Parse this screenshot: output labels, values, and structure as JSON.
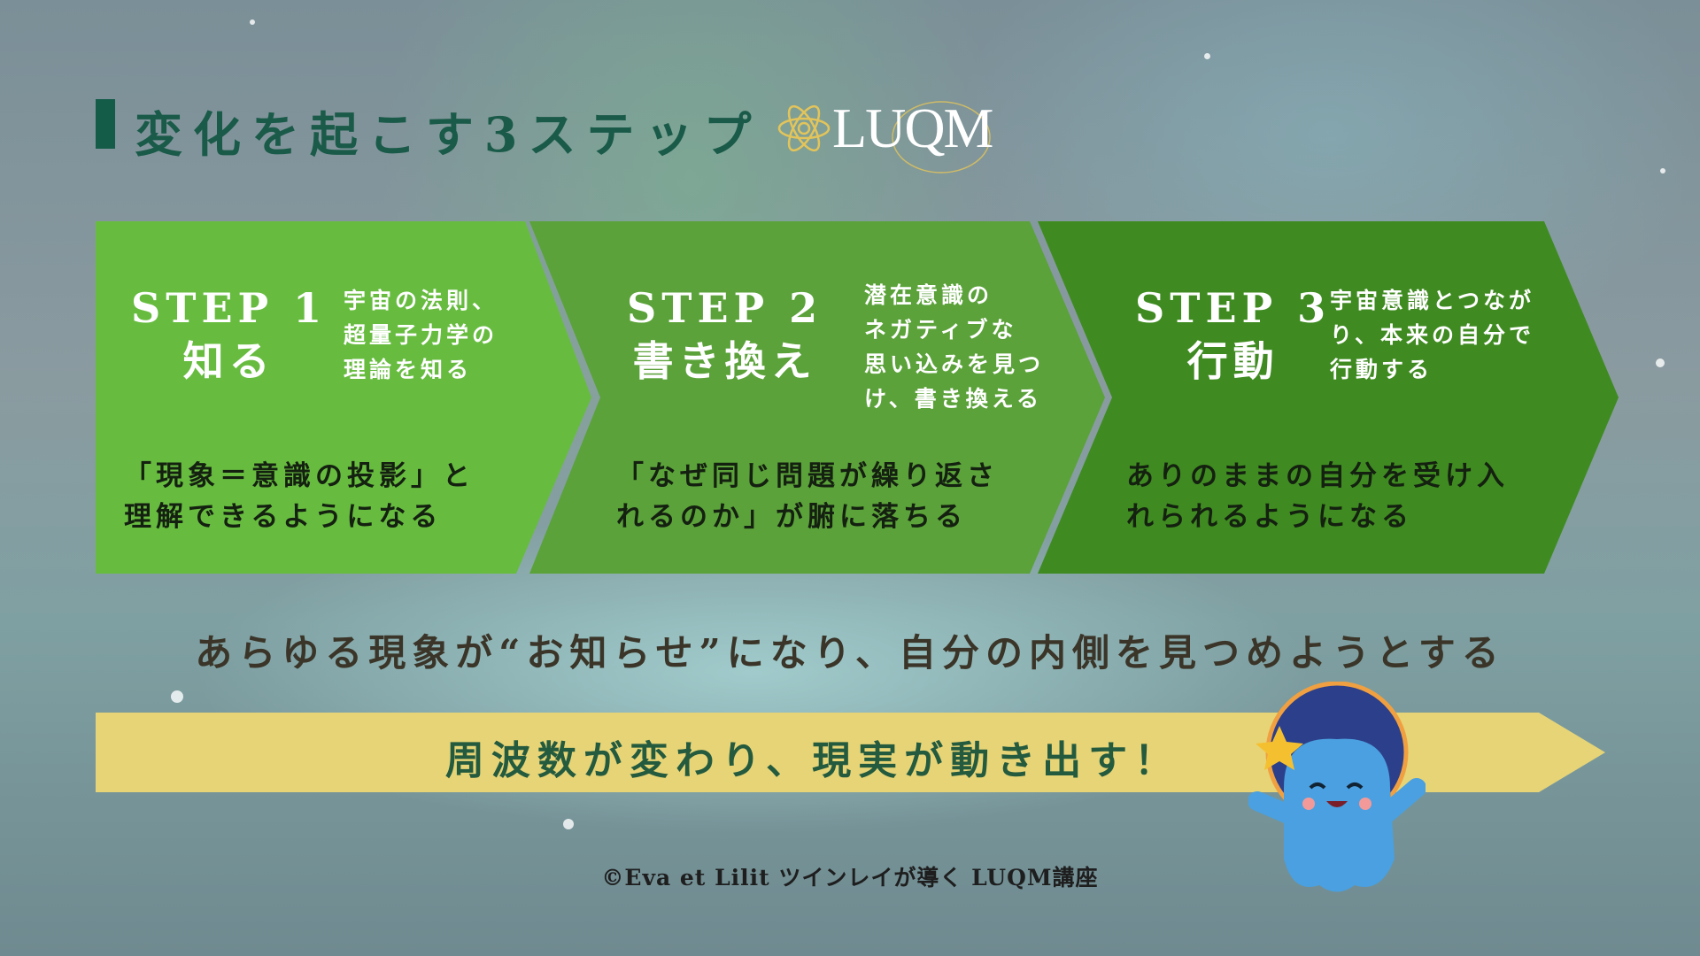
{
  "title": "変化を起こす3ステップ",
  "logo": "LUQM",
  "steps": [
    {
      "label": "STEP 1",
      "name": "知る",
      "desc": [
        "宇宙の法則、",
        "超量子力学の",
        "理論を知る"
      ],
      "result": [
        "「現象＝意識の投影」と",
        "理解できるようになる"
      ]
    },
    {
      "label": "STEP 2",
      "name": "書き換え",
      "desc": [
        "潜在意識の",
        "ネガティブな",
        "思い込みを見つ",
        "け、書き換える"
      ],
      "result": [
        "「なぜ同じ問題が繰り返さ",
        "れるのか」が腑に落ちる"
      ]
    },
    {
      "label": "STEP 3",
      "name": "行動",
      "desc": [
        "宇宙意識とつなが",
        "り、本来の自分で",
        "行動する"
      ],
      "result": [
        "ありのままの自分を受け入",
        "れられるようになる"
      ]
    }
  ],
  "statement": "あらゆる現象が“お知らせ”になり、自分の内側を見つめようとする",
  "banner": "周波数が変わり、現実が動き出す！",
  "copyright": "©Eva et Lilit ツインレイが導く LUQM講座",
  "colors": {
    "step1": "#67bc40",
    "step2": "#5ba23a",
    "step3": "#3f8b21",
    "banner": "#e6d477",
    "title": "#1a5a48"
  }
}
